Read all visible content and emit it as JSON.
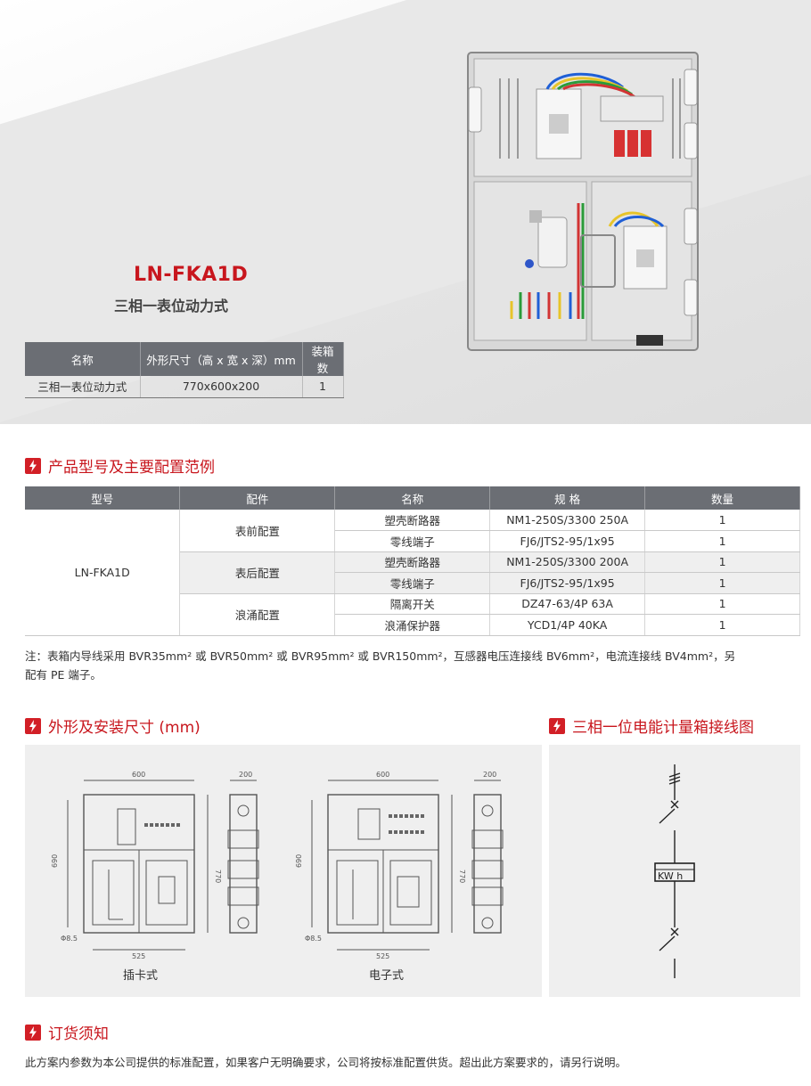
{
  "hero": {
    "model": "LN-FKA1D",
    "subtitle": "三相一表位动力式",
    "spec_headers": [
      "名称",
      "外形尺寸（高 x 宽 x 深）mm",
      "装箱数"
    ],
    "spec_row": [
      "三相一表位动力式",
      "770x600x200",
      "1"
    ]
  },
  "section1": {
    "title": "产品型号及主要配置范例",
    "headers": [
      "型号",
      "配件",
      "名称",
      "规 格",
      "数量"
    ],
    "model": "LN-FKA1D",
    "groups": [
      {
        "part": "表前配置",
        "rows": [
          [
            "塑壳断路器",
            "NM1-250S/3300 250A",
            "1"
          ],
          [
            "零线端子",
            "FJ6/JTS2-95/1x95",
            "1"
          ]
        ]
      },
      {
        "part": "表后配置",
        "rows": [
          [
            "塑壳断路器",
            "NM1-250S/3300 200A",
            "1"
          ],
          [
            "零线端子",
            "FJ6/JTS2-95/1x95",
            "1"
          ]
        ]
      },
      {
        "part": "浪涌配置",
        "rows": [
          [
            "隔离开关",
            "DZ47-63/4P 63A",
            "1"
          ],
          [
            "浪涌保护器",
            "YCD1/4P 40KA",
            "1"
          ]
        ]
      }
    ],
    "note_line1": "注：表箱内导线采用 BVR35mm² 或 BVR50mm² 或 BVR95mm² 或 BVR150mm²，互感器电压连接线 BV6mm²，电流连接线 BV4mm²，另",
    "note_line2": "配有 PE 端子。"
  },
  "section2": {
    "title": "外形及安装尺寸 (mm)",
    "caption_left": "插卡式",
    "caption_right": "电子式",
    "dim_width": "600",
    "dim_depth": "200",
    "dim_height_inner": "690",
    "dim_height": "770",
    "dim_base": "525",
    "dim_hole": "Φ8.5"
  },
  "section3": {
    "title": "三相一位电能计量箱接线图",
    "meter_label": "KW h"
  },
  "section4": {
    "title": "订货须知",
    "text": "此方案内参数为本公司提供的标准配置，如果客户无明确要求，公司将按标准配置供货。超出此方案要求的，请另行说明。"
  },
  "colors": {
    "accent": "#c8161d",
    "header_bg": "#6b6e74",
    "panel_bg": "#efefef"
  }
}
